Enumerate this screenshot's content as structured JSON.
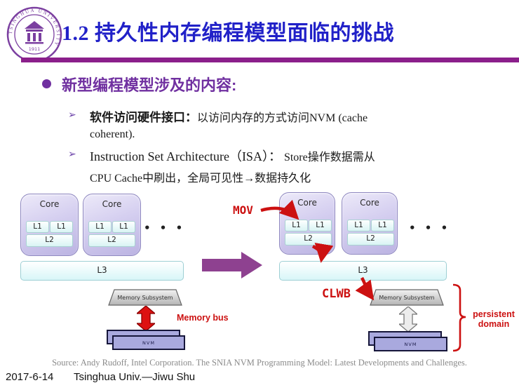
{
  "slide": {
    "title": "1.2 持久性内存编程模型面临的挑战",
    "logo": {
      "ring_text": "TSINGHUA UNIVERSITY",
      "year": "1911"
    },
    "bullet": "新型编程模型涉及的内容:",
    "sub_bullets": [
      {
        "marker": "➢",
        "lead": "软件访问硬件接口：",
        "rest_line1": "以访问内存的方式访问NVM (cache",
        "line2": "coherent)."
      },
      {
        "marker": "➢",
        "lead": "Instruction Set Architecture（ISA）：",
        "rest_line1": " Store操作数据需从",
        "line2": "CPU Cache中刷出，全局可见性→数据持久化"
      }
    ],
    "source": "Source: Andy Rudoff, Intel Corporation. The SNIA NVM Programming Model: Latest Developments and Challenges.",
    "footer": {
      "date": "2017-6-14",
      "affiliation": "Tsinghua Univ.—Jiwu Shu"
    }
  },
  "diagram": {
    "labels": {
      "core": "Core",
      "l1": "L1",
      "l2": "L2",
      "l3": "L3",
      "memory_subsystem": "Memory Subsystem",
      "nvm": "NVM",
      "dots": "• • •"
    },
    "annotations": {
      "mov": "MOV",
      "clwb": "CLWB",
      "memory_bus": "Memory bus",
      "persistent_domain_line1": "persistent",
      "persistent_domain_line2": "domain"
    }
  },
  "colors": {
    "title_blue": "#2121C8",
    "divider_purple": "#8B1F8B",
    "bullet_purple": "#7030A0",
    "annotation_red": "#CC1111",
    "block_arrow_purple": "#8E4190",
    "core_border": "#8F88C0",
    "nvm_fill": "#A9A9DE"
  }
}
